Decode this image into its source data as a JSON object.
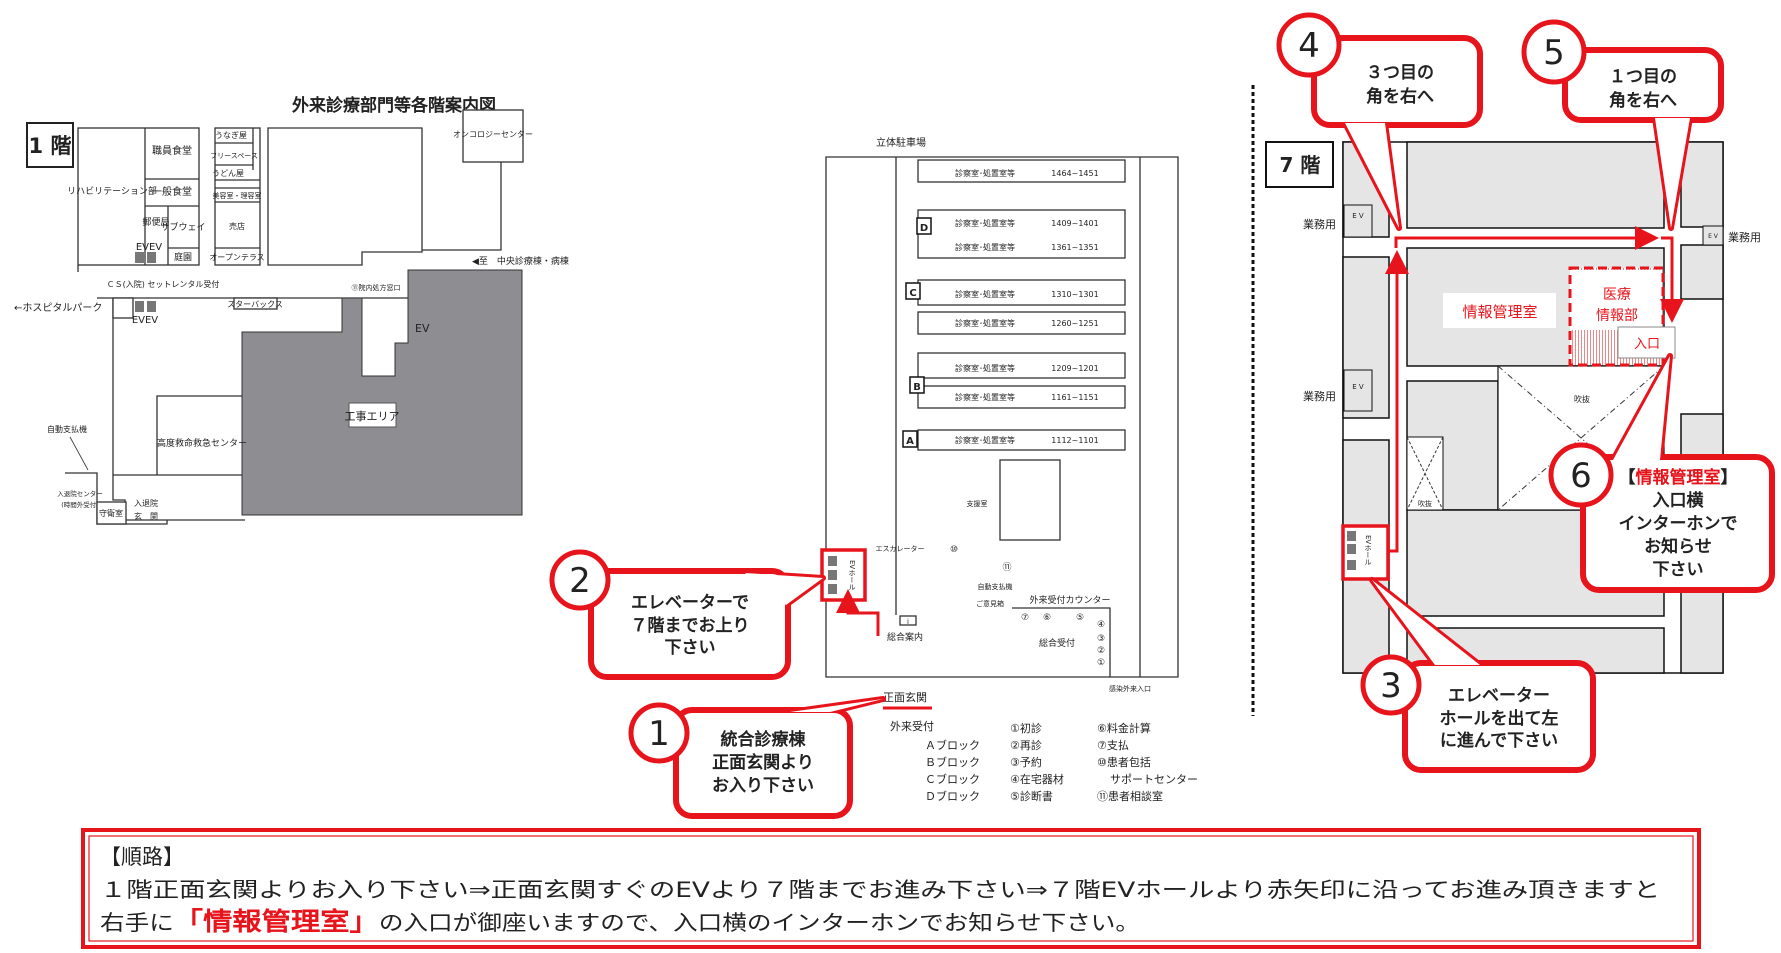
{
  "title": "外来診療部門等各階案内図",
  "colors": {
    "accent_red": "#e8141b",
    "construction_gray": "#8e8e92",
    "room_gray": "#e5e5e5"
  },
  "floor1": {
    "label": "1 階",
    "rooms": {
      "rehab": "リハビリテーション部",
      "staff_cafeteria": "職員食堂",
      "general_cafeteria": "一般食堂",
      "post_office": "郵便局",
      "subway": "サブウェイ",
      "garden": "庭園",
      "ev_pair_top": "EVEV",
      "ev_pair_bottom": "EVEV",
      "unagi": "うなぎ屋",
      "free_space": "フリースペース",
      "udon": "うどん屋",
      "salon": "美容室・理容室",
      "shop": "売店",
      "open_terrace": "オープンテラス",
      "oncology": "オンコロジーセンター",
      "to_central": "◀至　中央診療棟・病棟",
      "cs_rental": "ＣＳ(入院) セットレンタル受付",
      "hospital_park": "←ホスピタルパーク",
      "starbucks": "スターバックス",
      "pharmacy": "⑪院内処方窓口",
      "ev": "EV",
      "construction": "工事エリア",
      "emergency": "高度救命救急センター",
      "auto_pay_left": "自動支払機",
      "admission_center_1": "入退院センター",
      "admission_center_2": "(時間外受付)",
      "guard": "守衛室",
      "admission_entrance_1": "入退院",
      "admission_entrance_2": "玄　関",
      "parking": "立体駐車場",
      "rooms_label": "診察室･処置室等",
      "escalator": "エスカレーター",
      "ev_hall": "EVホール",
      "support": "支援室",
      "auto_pay": "自動支払機",
      "opinion_box": "ご意見箱",
      "counter": "外来受付カウンター",
      "info": "総合案内",
      "general_reception": "総合受付",
      "main_entrance": "正面玄関",
      "infection_entrance": "感染外来入口",
      "info_icon": "i",
      "c10": "⑩",
      "c11": "⑪",
      "counters_top": [
        "⑦",
        "⑥",
        "⑤"
      ],
      "counters_side": [
        "④",
        "③",
        "②",
        "①"
      ]
    },
    "blocks": [
      {
        "letter": "D",
        "ranges": [
          "1409~1401",
          "1361~1351"
        ]
      },
      {
        "letter": "C",
        "ranges": [
          "1310~1301",
          "1260~1251"
        ]
      },
      {
        "letter": "B",
        "ranges": [
          "1209~1201",
          "1161~1151"
        ]
      },
      {
        "letter": "A",
        "ranges": [
          "1112~1101"
        ]
      }
    ],
    "top_range": "1464~1451",
    "legend": {
      "title": "外来受付",
      "blocks": [
        "Ａブロック",
        "Ｂブロック",
        "Ｃブロック",
        "Ｄブロック"
      ],
      "col2": [
        "①初診",
        "②再診",
        "③予約",
        "④在宅器材",
        "⑤診断書"
      ],
      "col3": [
        "⑥料金計算",
        "⑦支払",
        "⑩患者包括",
        "サポートセンター",
        "⑪患者相談室"
      ]
    }
  },
  "floor7": {
    "label": "7 階",
    "service_ev": "業務用",
    "ev_letters": "E V",
    "ev_hall": "EVホール",
    "info_mgmt": "情報管理室",
    "medical_info_1": "医療",
    "medical_info_2": "情報部",
    "entrance": "入口",
    "atrium": "吹抜"
  },
  "callouts": [
    {
      "number": "1",
      "lines": [
        "統合診療棟",
        "正面玄関より",
        "お入り下さい"
      ]
    },
    {
      "number": "2",
      "lines": [
        "エレベーターで",
        "７階までお上り",
        "下さい"
      ]
    },
    {
      "number": "3",
      "lines": [
        "エレベーター",
        "ホールを出て左",
        "に進んで下さい"
      ]
    },
    {
      "number": "4",
      "lines": [
        "３つ目の",
        "角を右へ"
      ]
    },
    {
      "number": "5",
      "lines": [
        "１つ目の",
        "角を右へ"
      ]
    },
    {
      "number": "6",
      "bracket_open": "【",
      "highlight": "情報管理室",
      "bracket_close": "】",
      "lines": [
        "入口横",
        "インターホンで",
        "お知らせ",
        "下さい"
      ]
    }
  ],
  "route": {
    "heading": "【順路】",
    "line1": "１階正面玄関よりお入り下さい⇒正面玄関すぐのEVより７階までお進み下さい⇒７階EVホールより赤矢印に沿ってお進み頂きますと",
    "line2_prefix": "右手に",
    "line2_highlight": "「情報管理室」",
    "line2_suffix": "の入口が御座いますので、入口横のインターホンでお知らせ下さい。"
  }
}
